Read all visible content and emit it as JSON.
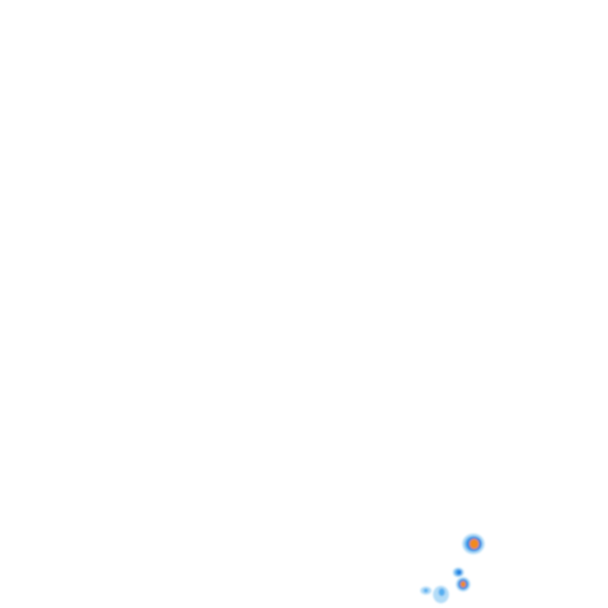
{
  "colors": {
    "background": "#ffffff",
    "halo": "#b3dcf7",
    "mid": "#55aef0",
    "core": "#1f7fe0",
    "hot": "#f28a1e"
  },
  "blobs": [
    {
      "name": "blob-large-orange",
      "levels": [
        "halo",
        "mid",
        "core",
        "hot"
      ]
    },
    {
      "name": "blob-small-orange",
      "levels": [
        "halo",
        "mid",
        "core",
        "hot"
      ]
    },
    {
      "name": "blob-blue-spot",
      "levels": [
        "halo",
        "mid",
        "core"
      ]
    },
    {
      "name": "blob-faint-left",
      "levels": [
        "halo",
        "mid"
      ]
    },
    {
      "name": "blob-faint-center",
      "levels": [
        "halo",
        "mid"
      ]
    }
  ]
}
